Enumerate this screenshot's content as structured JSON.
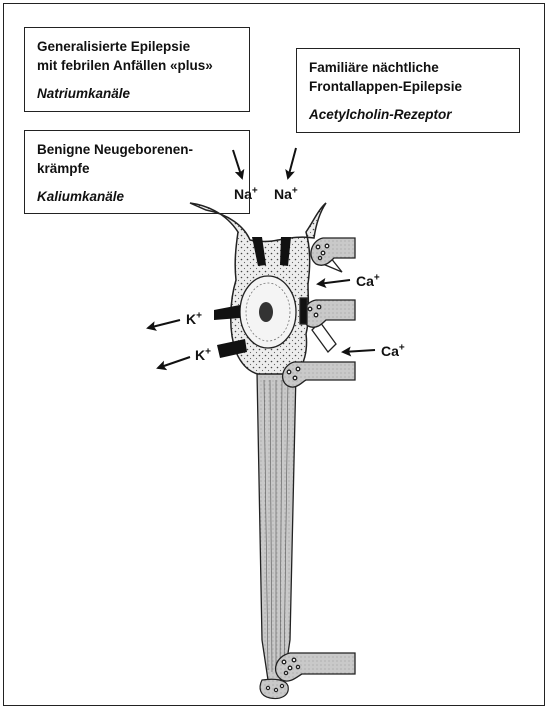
{
  "boxes": {
    "gen_epilepsy": {
      "title_line1": "Generalisierte Epilepsie",
      "title_line2": "mit febrilen Anfällen «plus»",
      "subtitle": "Natriumkanäle"
    },
    "nocturnal": {
      "title_line1": "Familiäre nächtliche",
      "title_line2": "Frontallappen-Epilepsie",
      "subtitle": "Acetylcholin-Rezeptor"
    },
    "neonatal": {
      "title_line1": "Benigne Neugeborenen-",
      "title_line2": "krämpfe",
      "subtitle": "Kaliumkanäle"
    }
  },
  "ions": {
    "na1": {
      "base": "Na",
      "charge": "+"
    },
    "na2": {
      "base": "Na",
      "charge": "+"
    },
    "ca1": {
      "base": "Ca",
      "charge": "+"
    },
    "ca2": {
      "base": "Ca",
      "charge": "+"
    },
    "k1": {
      "base": "K",
      "charge": "+"
    },
    "k2": {
      "base": "K",
      "charge": "+"
    }
  }
}
